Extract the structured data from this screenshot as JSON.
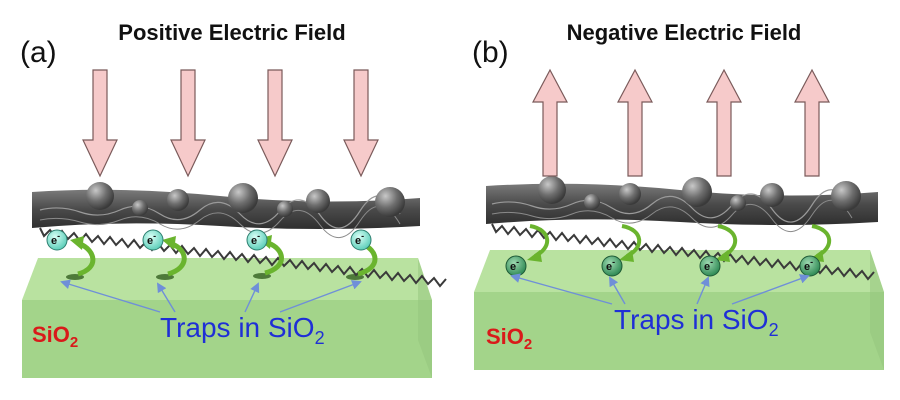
{
  "panel_a": {
    "label": "(a)",
    "title": "Positive Electric Field",
    "traps_text": "Traps in SiO",
    "traps_sub": "2",
    "substrate_text": "SiO",
    "substrate_sub": "2",
    "electron_label": "e",
    "electron_charge": "-"
  },
  "panel_b": {
    "label": "(b)",
    "title": "Negative Electric Field",
    "traps_text": "Traps in SiO",
    "traps_sub": "2",
    "substrate_text": "SiO",
    "substrate_sub": "2",
    "electron_label": "e",
    "electron_charge": "-"
  },
  "colors": {
    "field_arrow_fill": "#f6caca",
    "field_arrow_stroke": "#7a5a5a",
    "substrate_top": "#b9e2a0",
    "substrate_front": "#a3d48a",
    "graphene": "#555555",
    "electron_fill": "#7fe0cf",
    "curl_arrow": "#6ab42e",
    "trap_pointer": "#6f8fd8",
    "traps_text": "#1f2fd6",
    "substrate_text": "#d91a1a"
  }
}
